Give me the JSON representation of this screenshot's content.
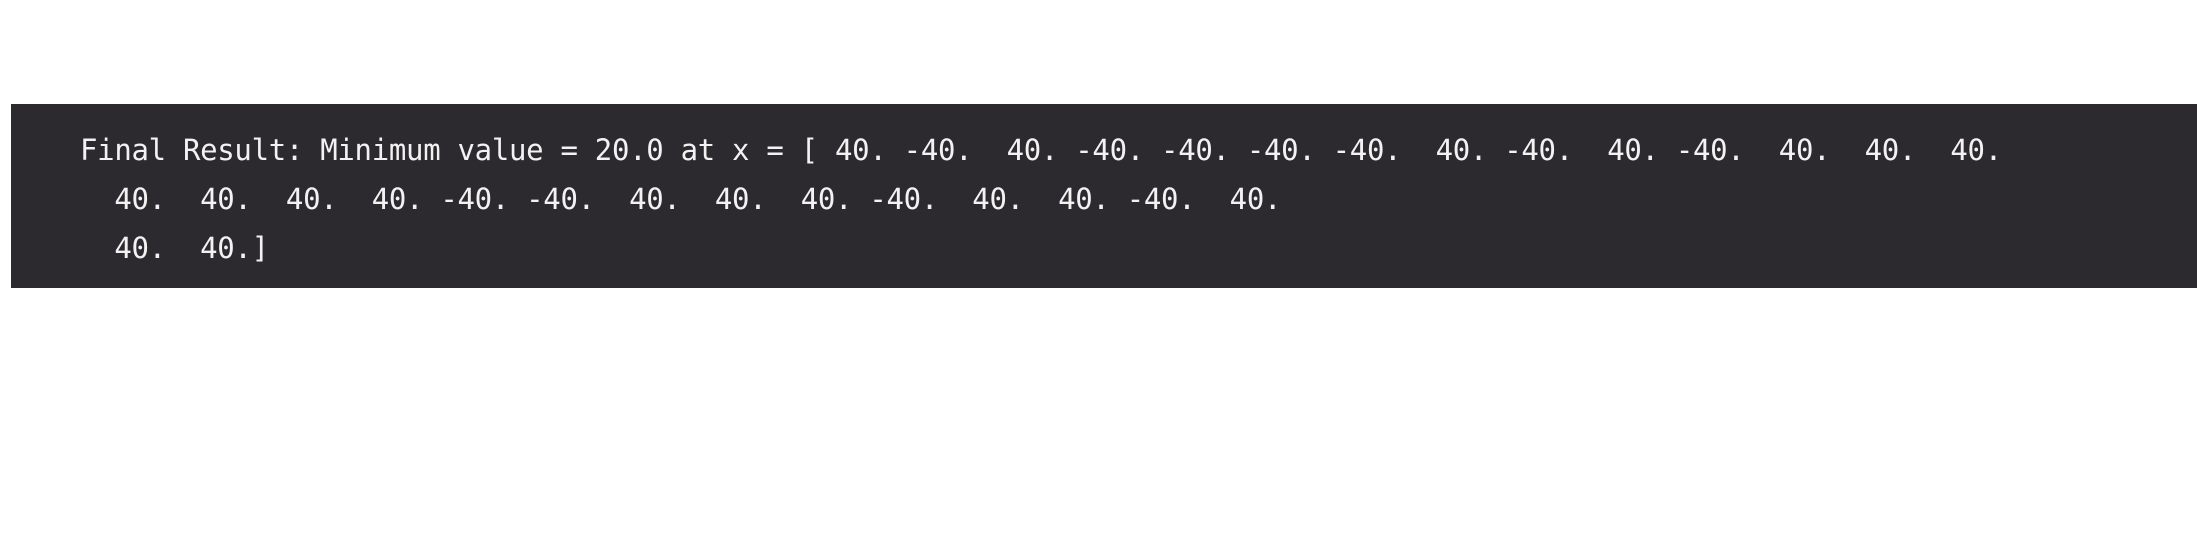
{
  "output": {
    "lines": [
      "Final Result: Minimum value = 20.0 at x = [ 40. -40.  40. -40. -40. -40. -40.  40. -40.  40. -40.  40.  40.  40.",
      "  40.  40.  40.  40. -40. -40.  40.  40.  40. -40.  40.  40. -40.  40.",
      "  40.  40.]"
    ]
  },
  "colors": {
    "panel_background": "#2c2a2e",
    "text": "#f2f2f2",
    "page_background": "#ffffff"
  }
}
